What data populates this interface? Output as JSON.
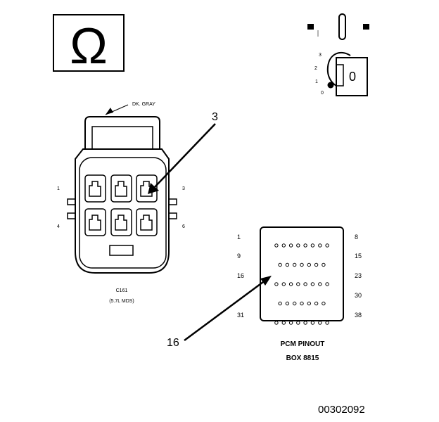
{
  "ohmmeter": {
    "symbol": "Ω",
    "icon": "ohm-symbol-icon"
  },
  "ignition": {
    "icon": "ignition-key-icon",
    "positions": [
      "3",
      "2",
      "1",
      "0"
    ],
    "key_label": "0"
  },
  "connector": {
    "wire_label": "DK. GRAY",
    "callout": "3",
    "pin_labels": {
      "top_left": "1",
      "bottom_left": "4",
      "top_right": "3",
      "bottom_right": "6"
    },
    "name_line1": "C161",
    "name_line2": "(5.7L MDS)"
  },
  "pcm": {
    "callout": "16",
    "row_start_labels": [
      "1",
      "9",
      "16",
      "",
      "31"
    ],
    "row_end_labels": [
      "8",
      "15",
      "23",
      "30",
      "38"
    ],
    "row_pin_counts": [
      8,
      7,
      8,
      7,
      8
    ],
    "title_line1": "PCM PINOUT",
    "title_line2": "BOX 8815"
  },
  "figure_id": "00302092"
}
